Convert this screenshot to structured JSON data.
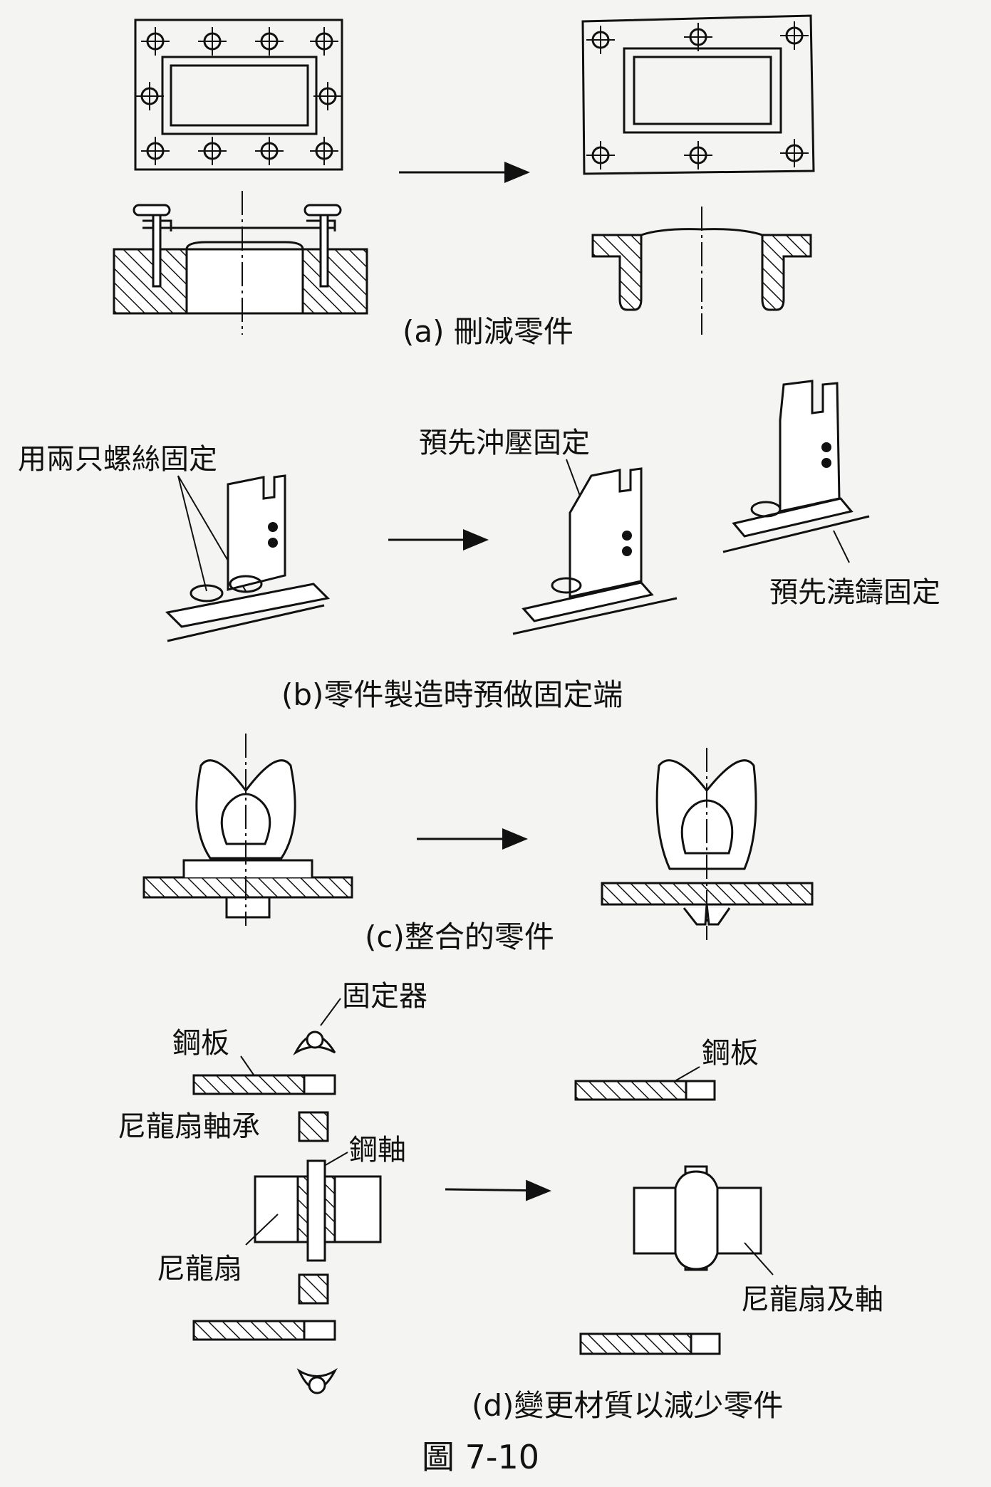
{
  "panels": {
    "a": {
      "caption": "(a) 刪減零件"
    },
    "b": {
      "caption": "(b)零件製造時預做固定端",
      "label_two_screws": "用兩只螺絲固定",
      "label_pre_stamp": "預先沖壓固定",
      "label_pre_cast": "預先澆鑄固定"
    },
    "c": {
      "caption": "(c)整合的零件"
    },
    "d": {
      "caption": "(d)變更材質以減少零件",
      "label_fastener": "固定器",
      "label_steel_plate_left": "鋼板",
      "label_nylon_bearing": "尼龍扇軸承",
      "label_steel_shaft": "鋼軸",
      "label_nylon_fan": "尼龍扇",
      "label_steel_plate_right": "鋼板",
      "label_nylon_fan_shaft": "尼龍扇及軸"
    }
  },
  "figure_title": "圖 7-10"
}
